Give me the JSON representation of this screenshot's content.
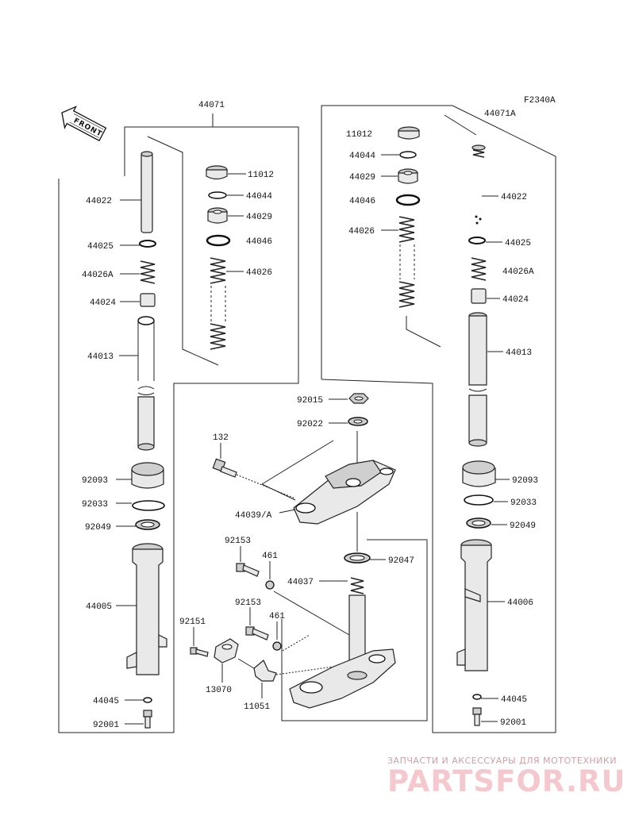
{
  "figure_code": "F2340A",
  "front_label": "FRONT",
  "labels": {
    "l44071": "44071",
    "r44071A": "44071A",
    "l11012": "11012",
    "l44044": "44044",
    "l44029": "44029",
    "l44046": "44046",
    "l44026": "44026",
    "l44022": "44022",
    "l44025": "44025",
    "l44026A": "44026A",
    "l44024": "44024",
    "l44013": "44013",
    "l92093": "92093",
    "l92033": "92033",
    "l92049": "92049",
    "l44005": "44005",
    "l44045": "44045",
    "l92001": "92001",
    "r11012": "11012",
    "r44044": "44044",
    "r44029": "44029",
    "r44046": "44046",
    "r44026": "44026",
    "r44022": "44022",
    "r44025": "44025",
    "r44026A": "44026A",
    "r44024": "44024",
    "r44013": "44013",
    "r92093": "92093",
    "r92033": "92033",
    "r92049": "92049",
    "r44006": "44006",
    "r44045": "44045",
    "r92001": "92001",
    "c92015": "92015",
    "c92022": "92022",
    "c132": "132",
    "c44039A": "44039/A",
    "c92153a": "92153",
    "c461a": "461",
    "c44037": "44037",
    "c92047": "92047",
    "c92153b": "92153",
    "c461b": "461",
    "c92151": "92151",
    "c13070": "13070",
    "c11051": "11051"
  },
  "watermark": {
    "line1": "ЗАПЧАСТИ И АКСЕССУАРЫ ДЛЯ МОТОТЕХНИКИ",
    "line2": "PARTSFOR.RU"
  },
  "colors": {
    "line": "#222222",
    "watermark_text": "#f3c9cf"
  }
}
